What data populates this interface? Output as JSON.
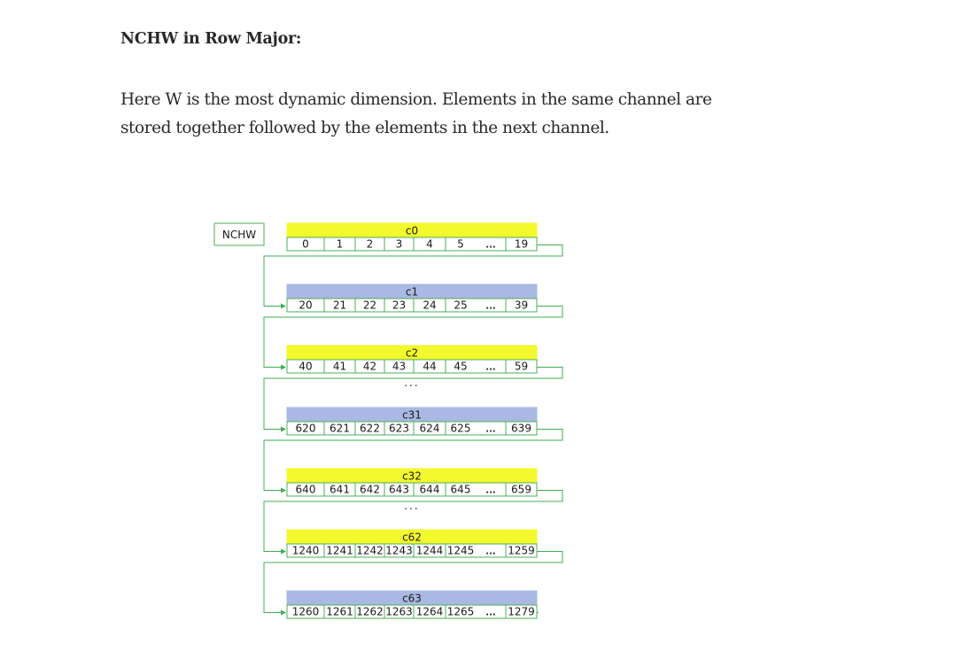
{
  "heading": "NCHW in Row Major:",
  "paragraph": "Here W is the most dynamic dimension. Elements in the same channel are stored together followed by the elements in the next channel.",
  "diagram": {
    "label": "NCHW",
    "ellipsis": "...",
    "colors": {
      "yellow_header": "#f3f92c",
      "blue_header": "#a9b9e3",
      "box_border": "#4cae5a",
      "connector": "#3fae55"
    },
    "channels": [
      {
        "name": "c0",
        "color": "yellow",
        "cells": [
          "0",
          "1",
          "2",
          "3",
          "4",
          "5",
          "...",
          "19"
        ]
      },
      {
        "name": "c1",
        "color": "blue",
        "cells": [
          "20",
          "21",
          "22",
          "23",
          "24",
          "25",
          "...",
          "39"
        ]
      },
      {
        "name": "c2",
        "color": "yellow",
        "cells": [
          "40",
          "41",
          "42",
          "43",
          "44",
          "45",
          "...",
          "59"
        ]
      },
      {
        "name": "c31",
        "color": "blue",
        "cells": [
          "620",
          "621",
          "622",
          "623",
          "624",
          "625",
          "...",
          "639"
        ]
      },
      {
        "name": "c32",
        "color": "yellow",
        "cells": [
          "640",
          "641",
          "642",
          "643",
          "644",
          "645",
          "...",
          "659"
        ]
      },
      {
        "name": "c62",
        "color": "yellow",
        "cells": [
          "1240",
          "1241",
          "1242",
          "1243",
          "1244",
          "1245",
          "...",
          "1259"
        ]
      },
      {
        "name": "c63",
        "color": "blue",
        "cells": [
          "1260",
          "1261",
          "1262",
          "1263",
          "1264",
          "1265",
          "...",
          "1279"
        ]
      }
    ]
  }
}
